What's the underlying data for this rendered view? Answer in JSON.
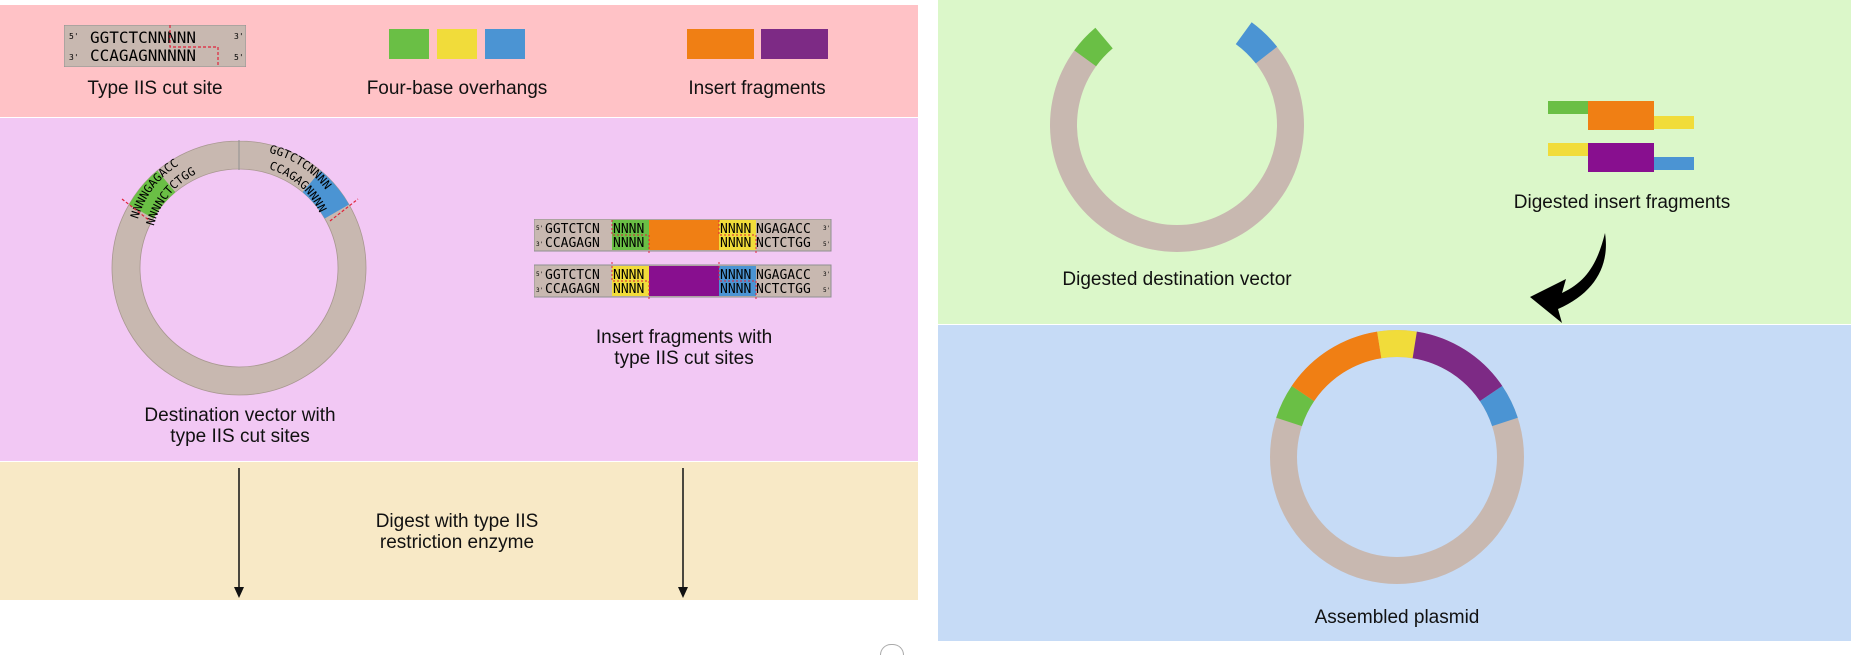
{
  "colors": {
    "legend_bg": "#ffc2c6",
    "construct_bg": "#f2c8f4",
    "digest_bg": "#f8e9c6",
    "right_top_bg": "#dbf7c9",
    "right_bottom_bg": "#c6dbf6",
    "backbone": "#c8b8b0",
    "green": "#6abf45",
    "yellow": "#f1dc3a",
    "blue": "#4b94d3",
    "orange": "#f07f14",
    "purple": "#7d2a85",
    "cut_red": "#e0233b"
  },
  "legend": {
    "cutsite": {
      "top": "GGTCTCNNNNN",
      "bottom": "CCAGAGNNNNN",
      "end_5": "5'",
      "end_3": "3'",
      "label": "Type IIS cut site"
    },
    "overhangs_label": "Four-base overhangs",
    "fragments_label": "Insert fragments"
  },
  "vector": {
    "left_top": "NNNNGAGACC",
    "left_bottom": "NNNNCTCTGG",
    "right_top": "GGTCTCNNNN",
    "right_bottom": "CCAGAGNNNN",
    "label_line1": "Destination vector with",
    "label_line2": "type IIS cut sites"
  },
  "inserts": {
    "frag1": {
      "top_left": "GGTCTCN",
      "bottom_left": "CCAGAGN",
      "left_overhang": "NNNN",
      "right_overhang": "NNNN",
      "top_right": "NGAGACC",
      "bottom_right": "NCTCTGG"
    },
    "frag2": {
      "top_left": "GGTCTCN",
      "bottom_left": "CCAGAGN",
      "left_overhang": "NNNN",
      "right_overhang": "NNNN",
      "top_right": "NGAGACC",
      "bottom_right": "NCTCTGG"
    },
    "end_5": "5'",
    "end_3": "3'",
    "label_line1": "Insert fragments with",
    "label_line2": "type IIS cut sites"
  },
  "digest": {
    "label_line1": "Digest with type IIS",
    "label_line2": "restriction enzyme"
  },
  "right": {
    "digested_vector_label": "Digested destination vector",
    "digested_fragments_label": "Digested insert fragments",
    "assembled_label": "Assembled plasmid"
  }
}
